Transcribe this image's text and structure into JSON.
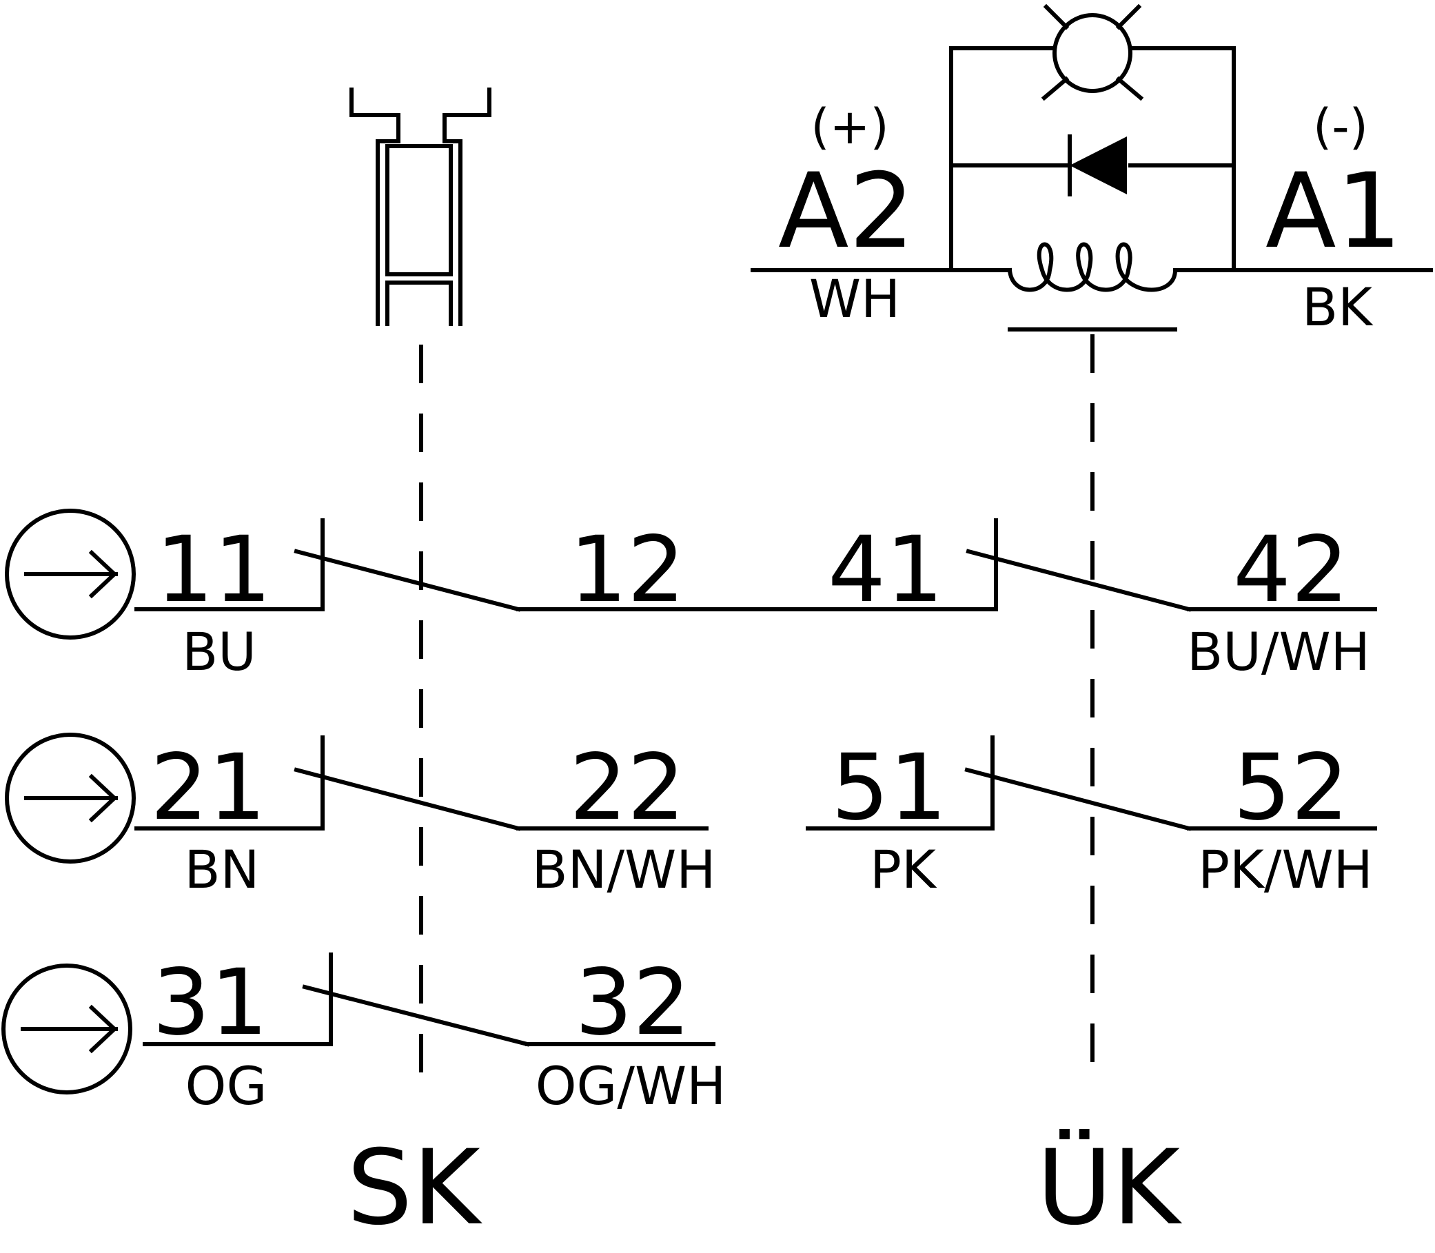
{
  "groups": {
    "left": "SK",
    "right": "ÜK"
  },
  "coil": {
    "plus_terminal": "A2",
    "plus_polarity": "(+)",
    "plus_wire": "WH",
    "minus_terminal": "A1",
    "minus_polarity": "(-)",
    "minus_wire": "BK"
  },
  "contacts": {
    "c11": {
      "terminal": "11",
      "wire": "BU"
    },
    "c12": {
      "terminal": "12"
    },
    "c41": {
      "terminal": "41"
    },
    "c42": {
      "terminal": "42",
      "wire": "BU/WH"
    },
    "c21": {
      "terminal": "21",
      "wire": "BN"
    },
    "c22": {
      "terminal": "22",
      "wire": "BN/WH"
    },
    "c51": {
      "terminal": "51",
      "wire": "PK"
    },
    "c52": {
      "terminal": "52",
      "wire": "PK/WH"
    },
    "c31": {
      "terminal": "31",
      "wire": "OG"
    },
    "c32": {
      "terminal": "32",
      "wire": "OG/WH"
    }
  }
}
